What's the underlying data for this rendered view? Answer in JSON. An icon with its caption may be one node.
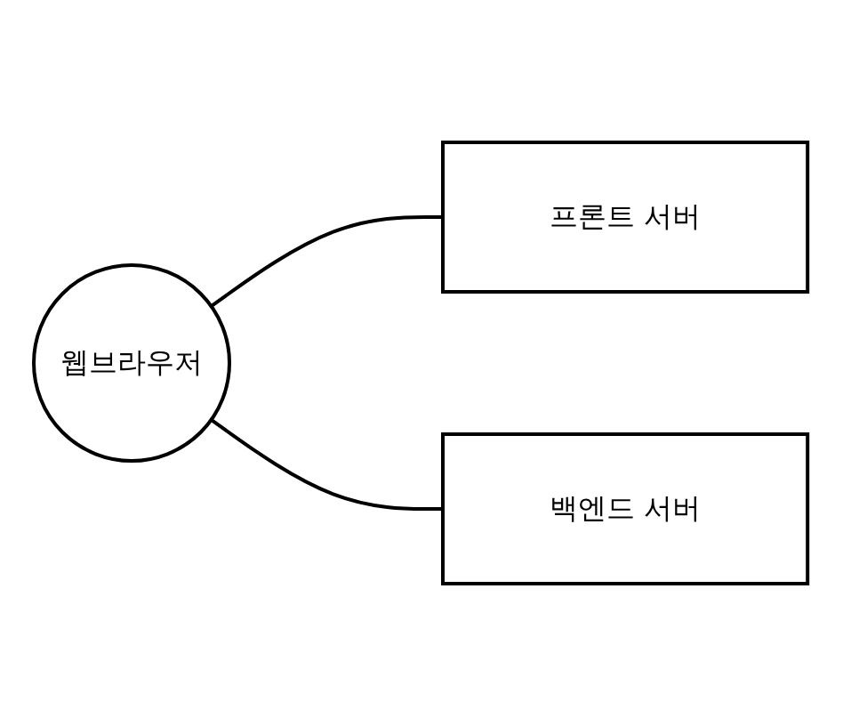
{
  "diagram": {
    "nodes": [
      {
        "text": [
          "웹브라우저"
        ]
      },
      {
        "text": [
          "프론트 서버"
        ]
      },
      {
        "text": [
          "백엔드 서버"
        ]
      }
    ],
    "edges": [
      {
        "from": 0,
        "to": 1,
        "arrow": "none"
      },
      {
        "from": 0,
        "to": 2,
        "arrow": "none"
      }
    ]
  }
}
